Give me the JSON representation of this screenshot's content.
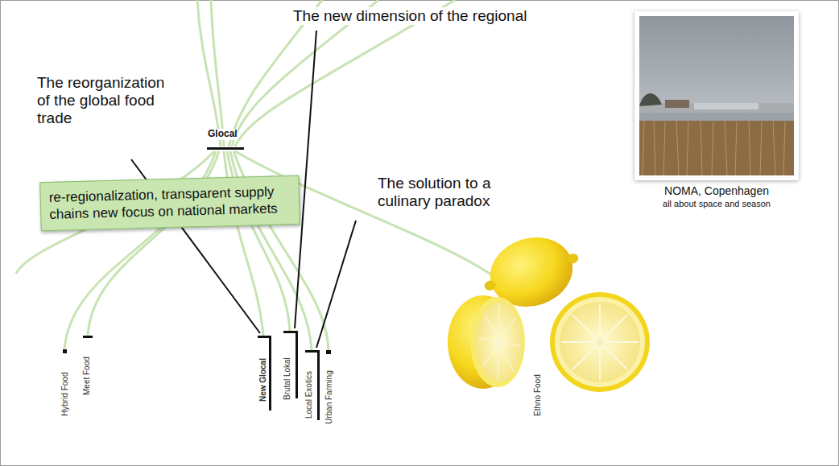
{
  "diagram": {
    "nodes": [
      {
        "text": [
          "re-regionalization, transparent supply chains new focus on national markets"
        ]
      },
      {
        "text": [
          "NOMA, Copenhagen",
          "all about space and season"
        ]
      }
    ],
    "labels": [
      "Glocal",
      "The reorganization of the global food trade",
      "The new dimension of the regional",
      "The solution to a culinary paradox",
      "Hybrid Food",
      "Meet Food",
      "New Glocal",
      "Brutal Lokal",
      "Local Exotics",
      "Urban Farming",
      "Ethno Food"
    ]
  }
}
